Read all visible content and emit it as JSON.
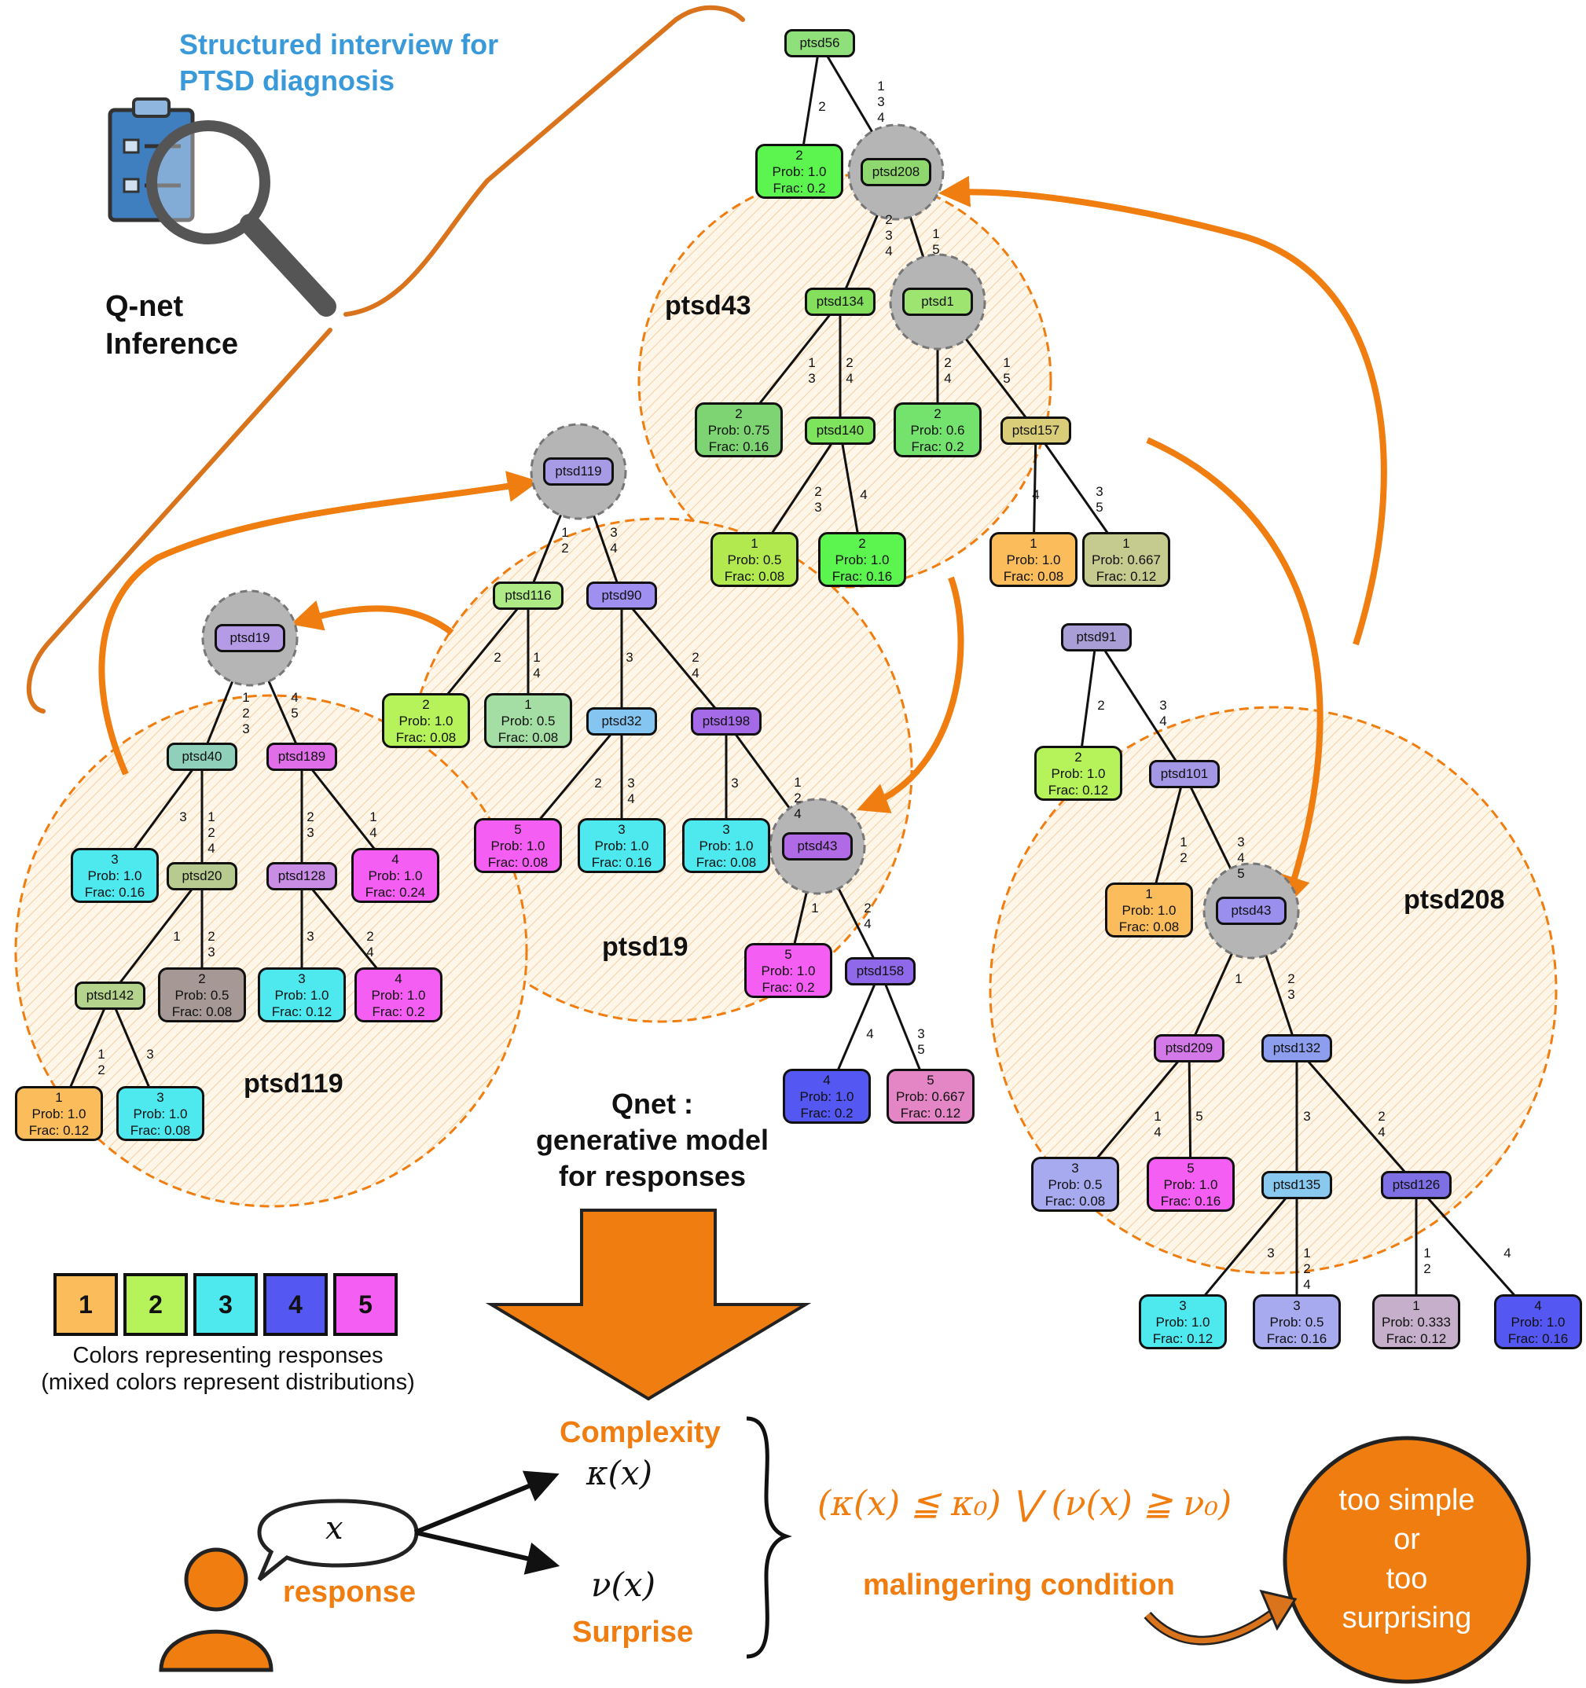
{
  "header": {
    "title_line1": "Structured interview for",
    "title_line2": "PTSD diagnosis",
    "inference_line1": "Q-net",
    "inference_line2": "Inference"
  },
  "clusters": {
    "top": "ptsd43",
    "middle": "ptsd19",
    "left": "ptsd119",
    "right": "ptsd208"
  },
  "nodes": {
    "ptsd56": "ptsd56",
    "ptsd208": "ptsd208",
    "ptsd134": "ptsd134",
    "ptsd1": "ptsd1",
    "ptsd140": "ptsd140",
    "ptsd157": "ptsd157",
    "ptsd119": "ptsd119",
    "ptsd116": "ptsd116",
    "ptsd90": "ptsd90",
    "ptsd32": "ptsd32",
    "ptsd198": "ptsd198",
    "ptsd43a": "ptsd43",
    "ptsd158": "ptsd158",
    "ptsd19": "ptsd19",
    "ptsd40": "ptsd40",
    "ptsd189": "ptsd189",
    "ptsd20": "ptsd20",
    "ptsd128": "ptsd128",
    "ptsd142": "ptsd142",
    "ptsd91": "ptsd91",
    "ptsd101": "ptsd101",
    "ptsd43b": "ptsd43",
    "ptsd209": "ptsd209",
    "ptsd132": "ptsd132",
    "ptsd135": "ptsd135",
    "ptsd126": "ptsd126"
  },
  "leaves": {
    "l1": [
      "2",
      "Prob: 1.0",
      "Frac: 0.2"
    ],
    "l2": [
      "2",
      "Prob: 0.75",
      "Frac: 0.16"
    ],
    "l3": [
      "1",
      "Prob: 0.5",
      "Frac: 0.08"
    ],
    "l4": [
      "2",
      "Prob: 1.0",
      "Frac: 0.16"
    ],
    "l5": [
      "2",
      "Prob: 0.6",
      "Frac: 0.2"
    ],
    "l6": [
      "1",
      "Prob: 1.0",
      "Frac: 0.08"
    ],
    "l7": [
      "1",
      "Prob: 0.667",
      "Frac: 0.12"
    ],
    "l8": [
      "2",
      "Prob: 1.0",
      "Frac: 0.08"
    ],
    "l9": [
      "1",
      "Prob: 0.5",
      "Frac: 0.08"
    ],
    "l10": [
      "5",
      "Prob: 1.0",
      "Frac: 0.08"
    ],
    "l11": [
      "3",
      "Prob: 1.0",
      "Frac: 0.16"
    ],
    "l12": [
      "3",
      "Prob: 1.0",
      "Frac: 0.08"
    ],
    "l13": [
      "5",
      "Prob: 1.0",
      "Frac: 0.2"
    ],
    "l14": [
      "4",
      "Prob: 1.0",
      "Frac: 0.2"
    ],
    "l15": [
      "5",
      "Prob: 0.667",
      "Frac: 0.12"
    ],
    "l16": [
      "3",
      "Prob: 1.0",
      "Frac: 0.16"
    ],
    "l17": [
      "4",
      "Prob: 1.0",
      "Frac: 0.24"
    ],
    "l18": [
      "2",
      "Prob: 0.5",
      "Frac: 0.08"
    ],
    "l19": [
      "3",
      "Prob: 1.0",
      "Frac: 0.12"
    ],
    "l20": [
      "4",
      "Prob: 1.0",
      "Frac: 0.2"
    ],
    "l21": [
      "1",
      "Prob: 1.0",
      "Frac: 0.12"
    ],
    "l22": [
      "3",
      "Prob: 1.0",
      "Frac: 0.08"
    ],
    "l23": [
      "2",
      "Prob: 1.0",
      "Frac: 0.12"
    ],
    "l24": [
      "1",
      "Prob: 1.0",
      "Frac: 0.08"
    ],
    "l25": [
      "3",
      "Prob: 0.5",
      "Frac: 0.08"
    ],
    "l26": [
      "5",
      "Prob: 1.0",
      "Frac: 0.16"
    ],
    "l27": [
      "3",
      "Prob: 1.0",
      "Frac: 0.12"
    ],
    "l28": [
      "3",
      "Prob: 0.5",
      "Frac: 0.16"
    ],
    "l29": [
      "1",
      "Prob: 0.333",
      "Frac: 0.12"
    ],
    "l30": [
      "4",
      "Prob: 1.0",
      "Frac: 0.16"
    ]
  },
  "edges": {
    "e1": [
      "2"
    ],
    "e2": [
      "1",
      "3",
      "4"
    ],
    "e3": [
      "2",
      "3",
      "4"
    ],
    "e4": [
      "1",
      "5"
    ],
    "e5": [
      "1",
      "3"
    ],
    "e6": [
      "2",
      "4"
    ],
    "e7": [
      "2",
      "4"
    ],
    "e8": [
      "1",
      "5"
    ],
    "e9": [
      "2",
      "3"
    ],
    "e10": [
      "4"
    ],
    "e11": [
      "4"
    ],
    "e12": [
      "3",
      "5"
    ],
    "e13": [
      "1",
      "2"
    ],
    "e14": [
      "3",
      "4"
    ],
    "e15": [
      "2"
    ],
    "e16": [
      "1",
      "4"
    ],
    "e17": [
      "3"
    ],
    "e18": [
      "2",
      "4"
    ],
    "e19": [
      "2"
    ],
    "e20": [
      "3",
      "4"
    ],
    "e21": [
      "3"
    ],
    "e22": [
      "1",
      "2",
      "4"
    ],
    "e23": [
      "1"
    ],
    "e24": [
      "2",
      "4"
    ],
    "e25": [
      "4"
    ],
    "e26": [
      "3",
      "5"
    ],
    "e27": [
      "1",
      "2",
      "3"
    ],
    "e28": [
      "4",
      "5"
    ],
    "e29": [
      "3"
    ],
    "e30": [
      "1",
      "2",
      "4"
    ],
    "e31": [
      "2",
      "3"
    ],
    "e32": [
      "1",
      "4"
    ],
    "e33": [
      "1"
    ],
    "e34": [
      "2",
      "3"
    ],
    "e35": [
      "1",
      "2"
    ],
    "e36": [
      "3"
    ],
    "e37": [
      "3"
    ],
    "e38": [
      "2",
      "4"
    ],
    "e39": [
      "2"
    ],
    "e40": [
      "3",
      "4"
    ],
    "e41": [
      "1",
      "2"
    ],
    "e42": [
      "3",
      "4",
      "5"
    ],
    "e43": [
      "1"
    ],
    "e44": [
      "2",
      "3"
    ],
    "e45": [
      "1",
      "4"
    ],
    "e46": [
      "5"
    ],
    "e47": [
      "3"
    ],
    "e48": [
      "2",
      "4"
    ],
    "e49": [
      "3"
    ],
    "e50": [
      "1",
      "2",
      "4"
    ],
    "e51": [
      "1",
      "2"
    ],
    "e52": [
      "4"
    ]
  },
  "legend": {
    "items": [
      "1",
      "2",
      "3",
      "4",
      "5"
    ],
    "colors": [
      "#fbbd5c",
      "#b6f25a",
      "#4de9ef",
      "#5457f2",
      "#f55ef3"
    ],
    "caption_line1": "Colors representing responses",
    "caption_line2": "(mixed colors represent distributions)"
  },
  "qnet": {
    "line1": "Qnet :",
    "line2": "generative model",
    "line3": "for responses"
  },
  "bottom": {
    "complexity": "Complexity",
    "kappa": "κ(x)",
    "surprise": "Surprise",
    "nu": "ν(x)",
    "x": "x",
    "response": "response",
    "condition": "(κ(x) ≦ κ₀) ⋁ (ν(x) ≧ ν₀)",
    "malingering": "malingering condition",
    "result_line1": "too simple",
    "result_line2": "or",
    "result_line3": "too",
    "result_line4": "surprising"
  },
  "colors": {
    "accent": "#f07d0f",
    "title_blue": "#3a9ad9"
  }
}
